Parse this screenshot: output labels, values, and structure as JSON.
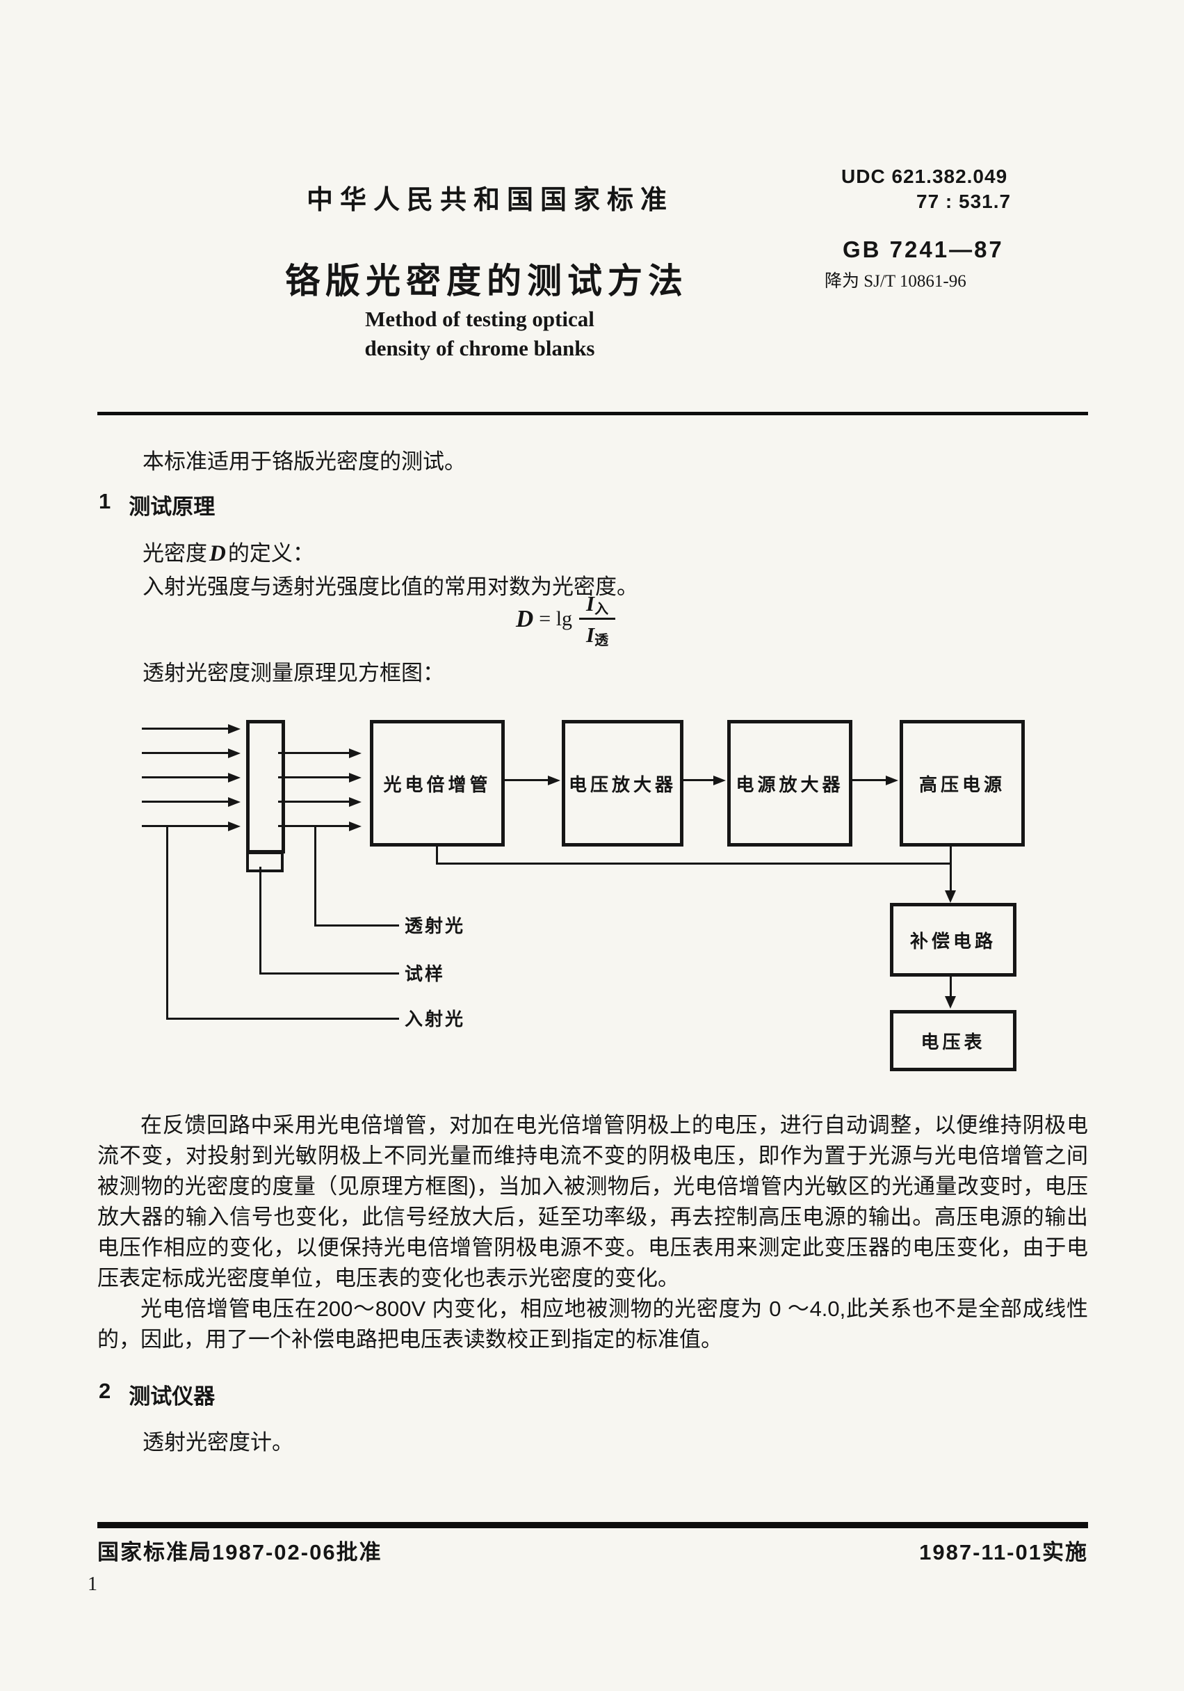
{
  "header": {
    "country_std": "中华人民共和国国家标准",
    "udc_line1": "UDC  621.382.049",
    "udc_line2": "77 : 531.7",
    "title_zh": "铬版光密度的测试方法",
    "std_code": "GB 7241—87",
    "demote_note": "降为 SJ/T 10861-96",
    "title_en_line1": "Method of testing optical",
    "title_en_line2": "density of chrome blanks"
  },
  "intro": {
    "scope": "本标准适用于铬版光密度的测试。"
  },
  "sec1": {
    "number": "1",
    "title": "测试原理",
    "def_prefix": "光密度",
    "def_var": "D",
    "def_suffix": "的定义：",
    "def_body": "入射光强度与透射光强度比值的常用对数为光密度。",
    "formula": {
      "lhs": "D",
      "rel": "= lg",
      "num_sym": "I",
      "num_sub": "入",
      "den_sym": "I",
      "den_sub": "透"
    },
    "diagram_intro": "透射光密度测量原理见方框图："
  },
  "diagram": {
    "boxes": {
      "pmt": "光电倍增管",
      "voltage_amp": "电压放大器",
      "power_amp": "电源放大器",
      "hv_supply": "高压电源",
      "compensation": "补偿电路",
      "voltmeter": "电压表"
    },
    "callouts": {
      "transmitted": "透射光",
      "sample": "试样",
      "incident": "入射光"
    }
  },
  "body": {
    "para1": "在反馈回路中采用光电倍增管，对加在电光倍增管阴极上的电压，进行自动调整，以便维持阴极电流不变，对投射到光敏阴极上不同光量而维持电流不变的阴极电压，即作为置于光源与光电倍增管之间被测物的光密度的度量（见原理方框图)，当加入被测物后，光电倍增管内光敏区的光通量改变时，电压放大器的输入信号也变化，此信号经放大后，延至功率级，再去控制高压电源的输出。高压电源的输出电压作相应的变化，以便保持光电倍增管阴极电源不变。电压表用来测定此变压器的电压变化，由于电压表定标成光密度单位，电压表的变化也表示光密度的变化。",
    "para2": "光电倍增管电压在200～800V 内变化，相应地被测物的光密度为 0 ～4.0,此关系也不是全部成线性的，因此，用了一个补偿电路把电压表读数校正到指定的标准值。"
  },
  "sec2": {
    "number": "2",
    "title": "测试仪器",
    "body": "透射光密度计。"
  },
  "footer": {
    "approval": "国家标准局1987-02-06批准",
    "implementation": "1987-11-01实施",
    "page": "1"
  }
}
